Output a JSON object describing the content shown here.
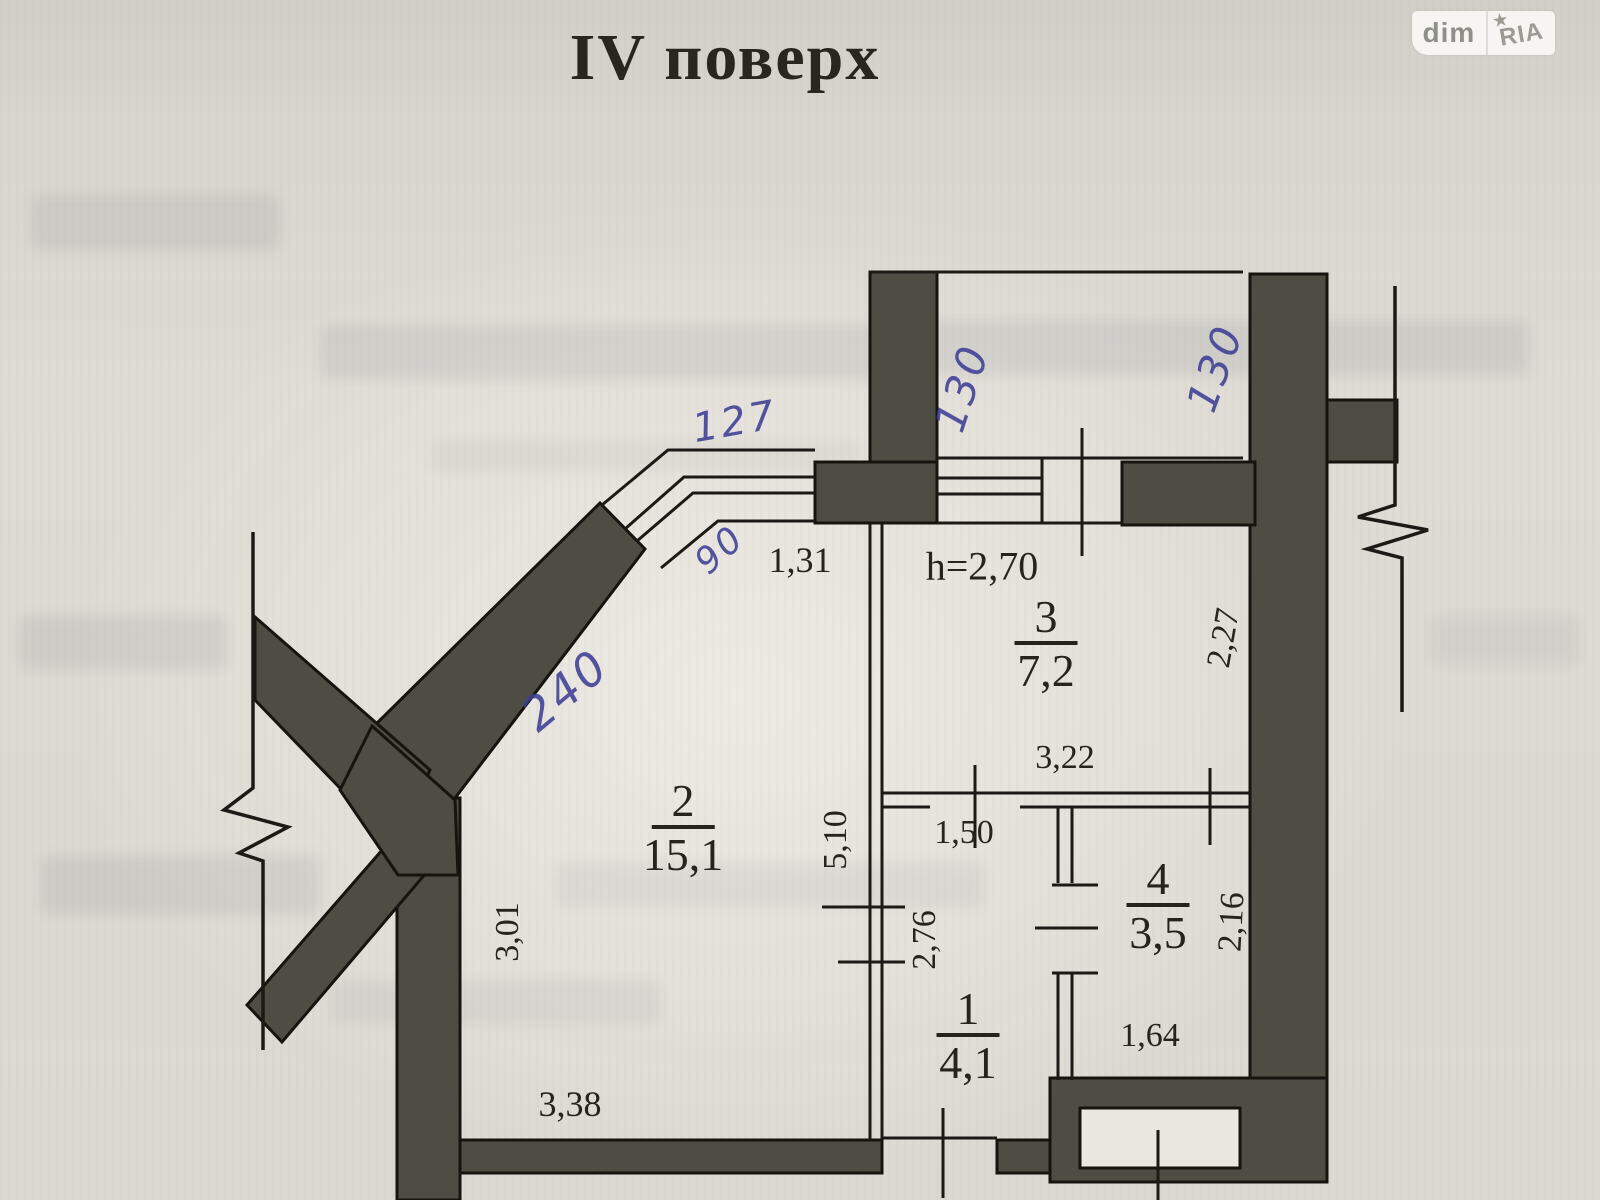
{
  "header": {
    "title": "IV поверх"
  },
  "watermark": {
    "dim": "dim",
    "ria": "RIA",
    "star": "★"
  },
  "floor_plan": {
    "ceiling_height": "h=2,70",
    "rooms": [
      {
        "number": "2",
        "area": "15,1"
      },
      {
        "number": "3",
        "area": "7,2"
      },
      {
        "number": "1",
        "area": "4,1"
      },
      {
        "number": "4",
        "area": "3,5"
      }
    ],
    "dimensions": {
      "d131": "1,31",
      "d227": "2,27",
      "d322": "3,22",
      "d150": "1,50",
      "d510": "5,10",
      "d276": "2,76",
      "d216": "2,16",
      "d164": "1,64",
      "d301": "3,01",
      "d338": "3,38"
    },
    "handwritten": {
      "w127": "127",
      "w90": "90",
      "w240": "240",
      "w130a": "130",
      "w130b": "130"
    }
  }
}
